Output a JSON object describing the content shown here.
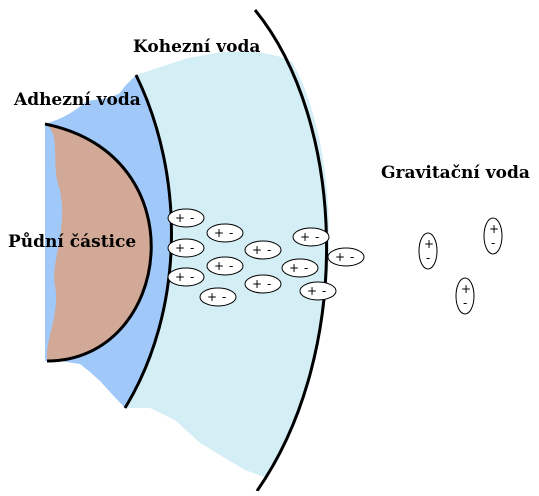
{
  "labels": {
    "cohesive": "Kohezní voda",
    "adhesive": "Adhezní voda",
    "particle": "Půdní částice",
    "gravitational": "Gravitační voda"
  },
  "molecule_signs": {
    "plus": "+",
    "minus": "-"
  },
  "colors": {
    "particle": "#d2a996",
    "adhesive_layer": "#a0c9fa",
    "cohesive_layer": "#d4eef5",
    "outline": "#000000"
  }
}
